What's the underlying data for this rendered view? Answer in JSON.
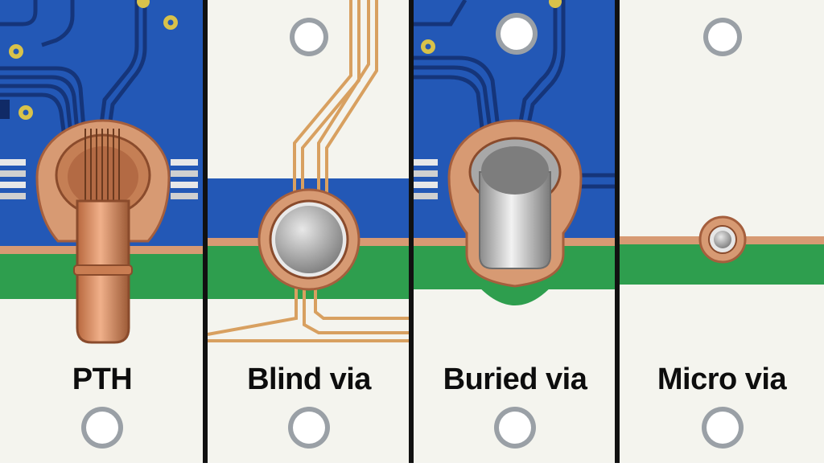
{
  "panels": [
    {
      "label": "PTH"
    },
    {
      "label": "Blind via"
    },
    {
      "label": "Buried via"
    },
    {
      "label": "Micro via"
    }
  ],
  "colors": {
    "board_blue": "#2358b6",
    "trace_blue": "#15357a",
    "substrate_green": "#2e9e4e",
    "copper": "#d79a73",
    "copper_dark": "#a55f3d",
    "plating_silver": "#c8c8c8",
    "panel_background": "#f4f4ee",
    "divider": "#111111"
  }
}
